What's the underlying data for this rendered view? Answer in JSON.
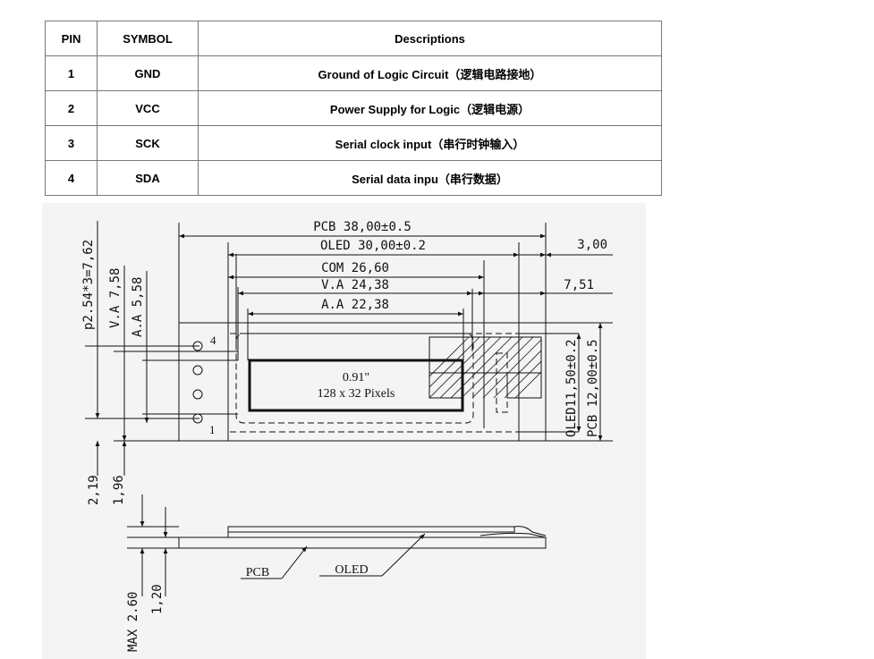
{
  "table": {
    "headers": [
      "PIN",
      "SYMBOL",
      "Descriptions"
    ],
    "rows": [
      {
        "pin": "1",
        "symbol": "GND",
        "description": "Ground of Logic Circuit（逻辑电路接地）"
      },
      {
        "pin": "2",
        "symbol": "VCC",
        "description": "Power Supply for Logic（逻辑电源）"
      },
      {
        "pin": "3",
        "symbol": "SCK",
        "description": "Serial clock input（串行时钟输入）"
      },
      {
        "pin": "4",
        "symbol": "SDA",
        "description": "Serial data inpu（串行数据）"
      }
    ]
  },
  "drawing": {
    "dims_top": {
      "pcb": "PCB 38,00±0.5",
      "oled": "OLED 30,00±0.2",
      "com": "COM 26,60",
      "va": "V.A 24,38",
      "aa": "A.A 22,38",
      "right_offset_1": "3,00",
      "right_offset_2": "7,51"
    },
    "dims_left": {
      "pitch": "p2.54*3=7,62",
      "va": "V.A 7,58",
      "aa": "A.A 5,58",
      "bottom_1": "2,19",
      "bottom_2": "1,96"
    },
    "dims_right": {
      "oled": "OLED11,50±0.2",
      "pcb": "PCB 12,00±0.5"
    },
    "screen": {
      "size": "0.91\"",
      "resolution": "128 x 32 Pixels"
    },
    "pin_labels": {
      "pin4": "4",
      "pin1": "1"
    },
    "side_view": {
      "max": "MAX 2.60",
      "thick": "1,20",
      "pcb_label": "PCB",
      "oled_label": "OLED"
    }
  }
}
